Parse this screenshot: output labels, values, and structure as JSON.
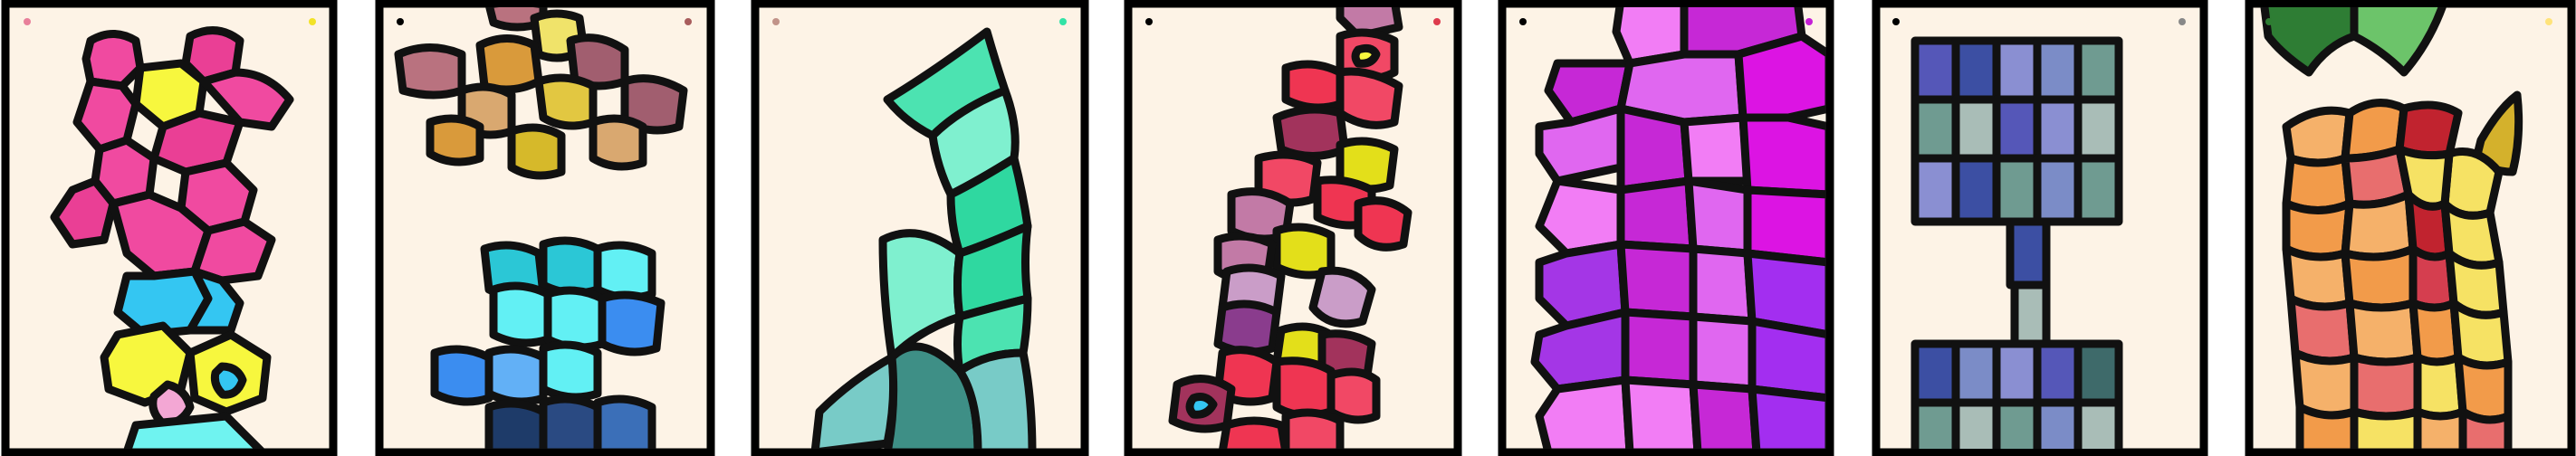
{
  "panels": [
    {
      "id": "pink-yellow-cells",
      "corner_dots": [
        "#e87f9a",
        "#f2e227"
      ],
      "palette": [
        "#f04aa0",
        "#ea3f95",
        "#f7f73e",
        "#34c6f2",
        "#6ff3f0",
        "#f3a7d4"
      ]
    },
    {
      "id": "orange-and-blue-waves",
      "corner_dots": [
        "#000000",
        "#a85c5c"
      ],
      "palette": [
        "#b9727f",
        "#d99a3b",
        "#e2c741",
        "#d9a870",
        "#a15e6f",
        "#2bc7d6",
        "#62f0f4",
        "#3b8df0",
        "#1e3b69"
      ]
    },
    {
      "id": "teal-ribbon",
      "corner_dots": [
        "#c19389",
        "#31e3a6"
      ],
      "palette": [
        "#4ce3b1",
        "#2fd8a0",
        "#7ff0cf",
        "#3e8f86",
        "#78cbc7"
      ]
    },
    {
      "id": "red-pebble-chain",
      "corner_dots": [
        "#000000",
        "#de3b4d"
      ],
      "palette": [
        "#ef3552",
        "#f14865",
        "#a2335c",
        "#e3df1a",
        "#c27aa6",
        "#8a3c8d",
        "#ca9dc8"
      ]
    },
    {
      "id": "magenta-triangles",
      "corner_dots": [
        "#000000",
        "#c41fd6"
      ],
      "palette": [
        "#e067f0",
        "#c628d6",
        "#a436e6",
        "#f27df5",
        "#dc14e3",
        "#a32ef0"
      ]
    },
    {
      "id": "slate-blue-grid",
      "corner_dots": [
        "#000000",
        "#888888"
      ],
      "palette": [
        "#5557b8",
        "#8a8fd2",
        "#6f9b91",
        "#a9bdb7",
        "#3c4fa3",
        "#7b8cc7",
        "#3e6a6a"
      ]
    },
    {
      "id": "warm-mosaic",
      "corner_dots": [
        "#2e7d32",
        "#ffe37a"
      ],
      "palette": [
        "#2e7d34",
        "#6cc46a",
        "#f29b4a",
        "#d53e4f",
        "#f6e264",
        "#f5b16a",
        "#e86e6e",
        "#c1232f"
      ]
    }
  ]
}
